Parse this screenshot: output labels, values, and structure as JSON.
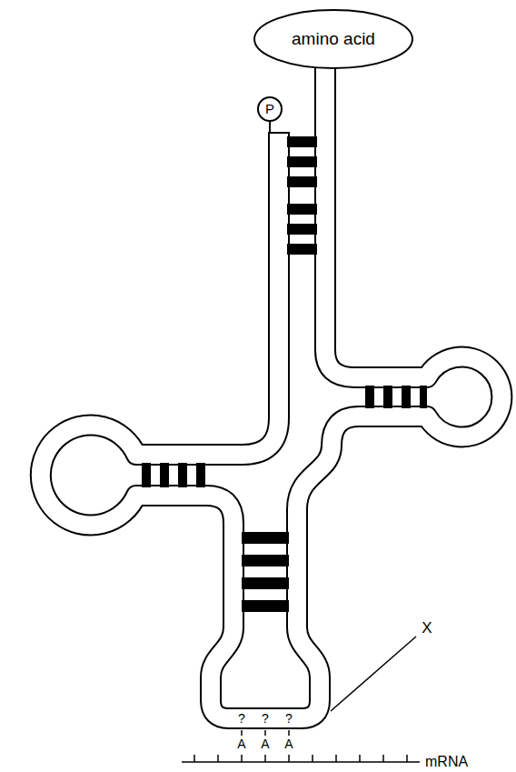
{
  "diagram": {
    "nodes": [
      {
        "text": [
          "amino acid"
        ]
      },
      {
        "text": [
          "P"
        ]
      }
    ],
    "labels": [
      "X",
      "?",
      "?",
      "?",
      "A",
      "A",
      "A",
      "mRNA"
    ]
  }
}
